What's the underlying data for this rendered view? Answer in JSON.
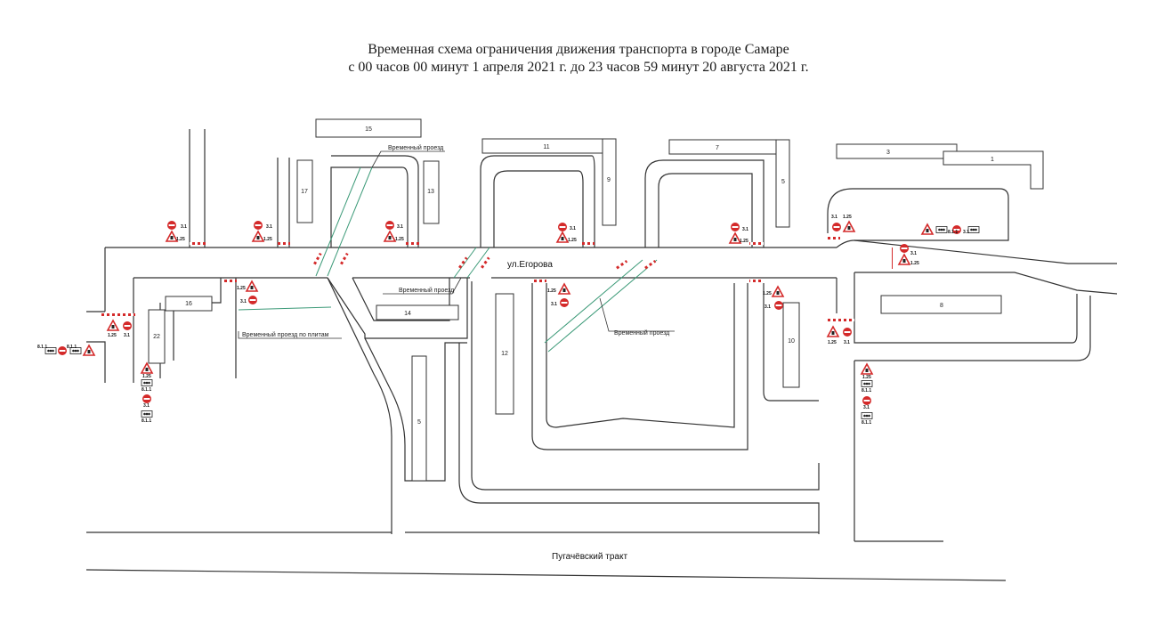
{
  "header": {
    "title": "Временная схема ограничения движения транспорта в городе Самаре",
    "period": "с 00 часов 00 минут 1 апреля 2021 г. до 23 часов 59 минут 20 августа 2021 г."
  },
  "streets": {
    "egorova": "ул.Егорова",
    "pugachevsky": "Пугачёвский тракт"
  },
  "detour_label": "Временный проезд",
  "detour_plates_label": "Временный проезд по плитам",
  "buildings": {
    "b15": "15",
    "b11": "11",
    "b7": "7",
    "b3": "3",
    "b1": "1",
    "b17": "17",
    "b13": "13",
    "b9": "9",
    "b5a": "5",
    "b16": "16",
    "b22": "22",
    "b14": "14",
    "b12": "12",
    "b10": "10",
    "b8": "8",
    "b5b": "5"
  },
  "signs": {
    "no_entry_code": "3.1",
    "roadworks_code": "1.25",
    "plate_code": "8.1.1"
  },
  "colors": {
    "sign_red": "#d42a2a",
    "detour_green": "#3c9a78",
    "lines": "#333333"
  }
}
